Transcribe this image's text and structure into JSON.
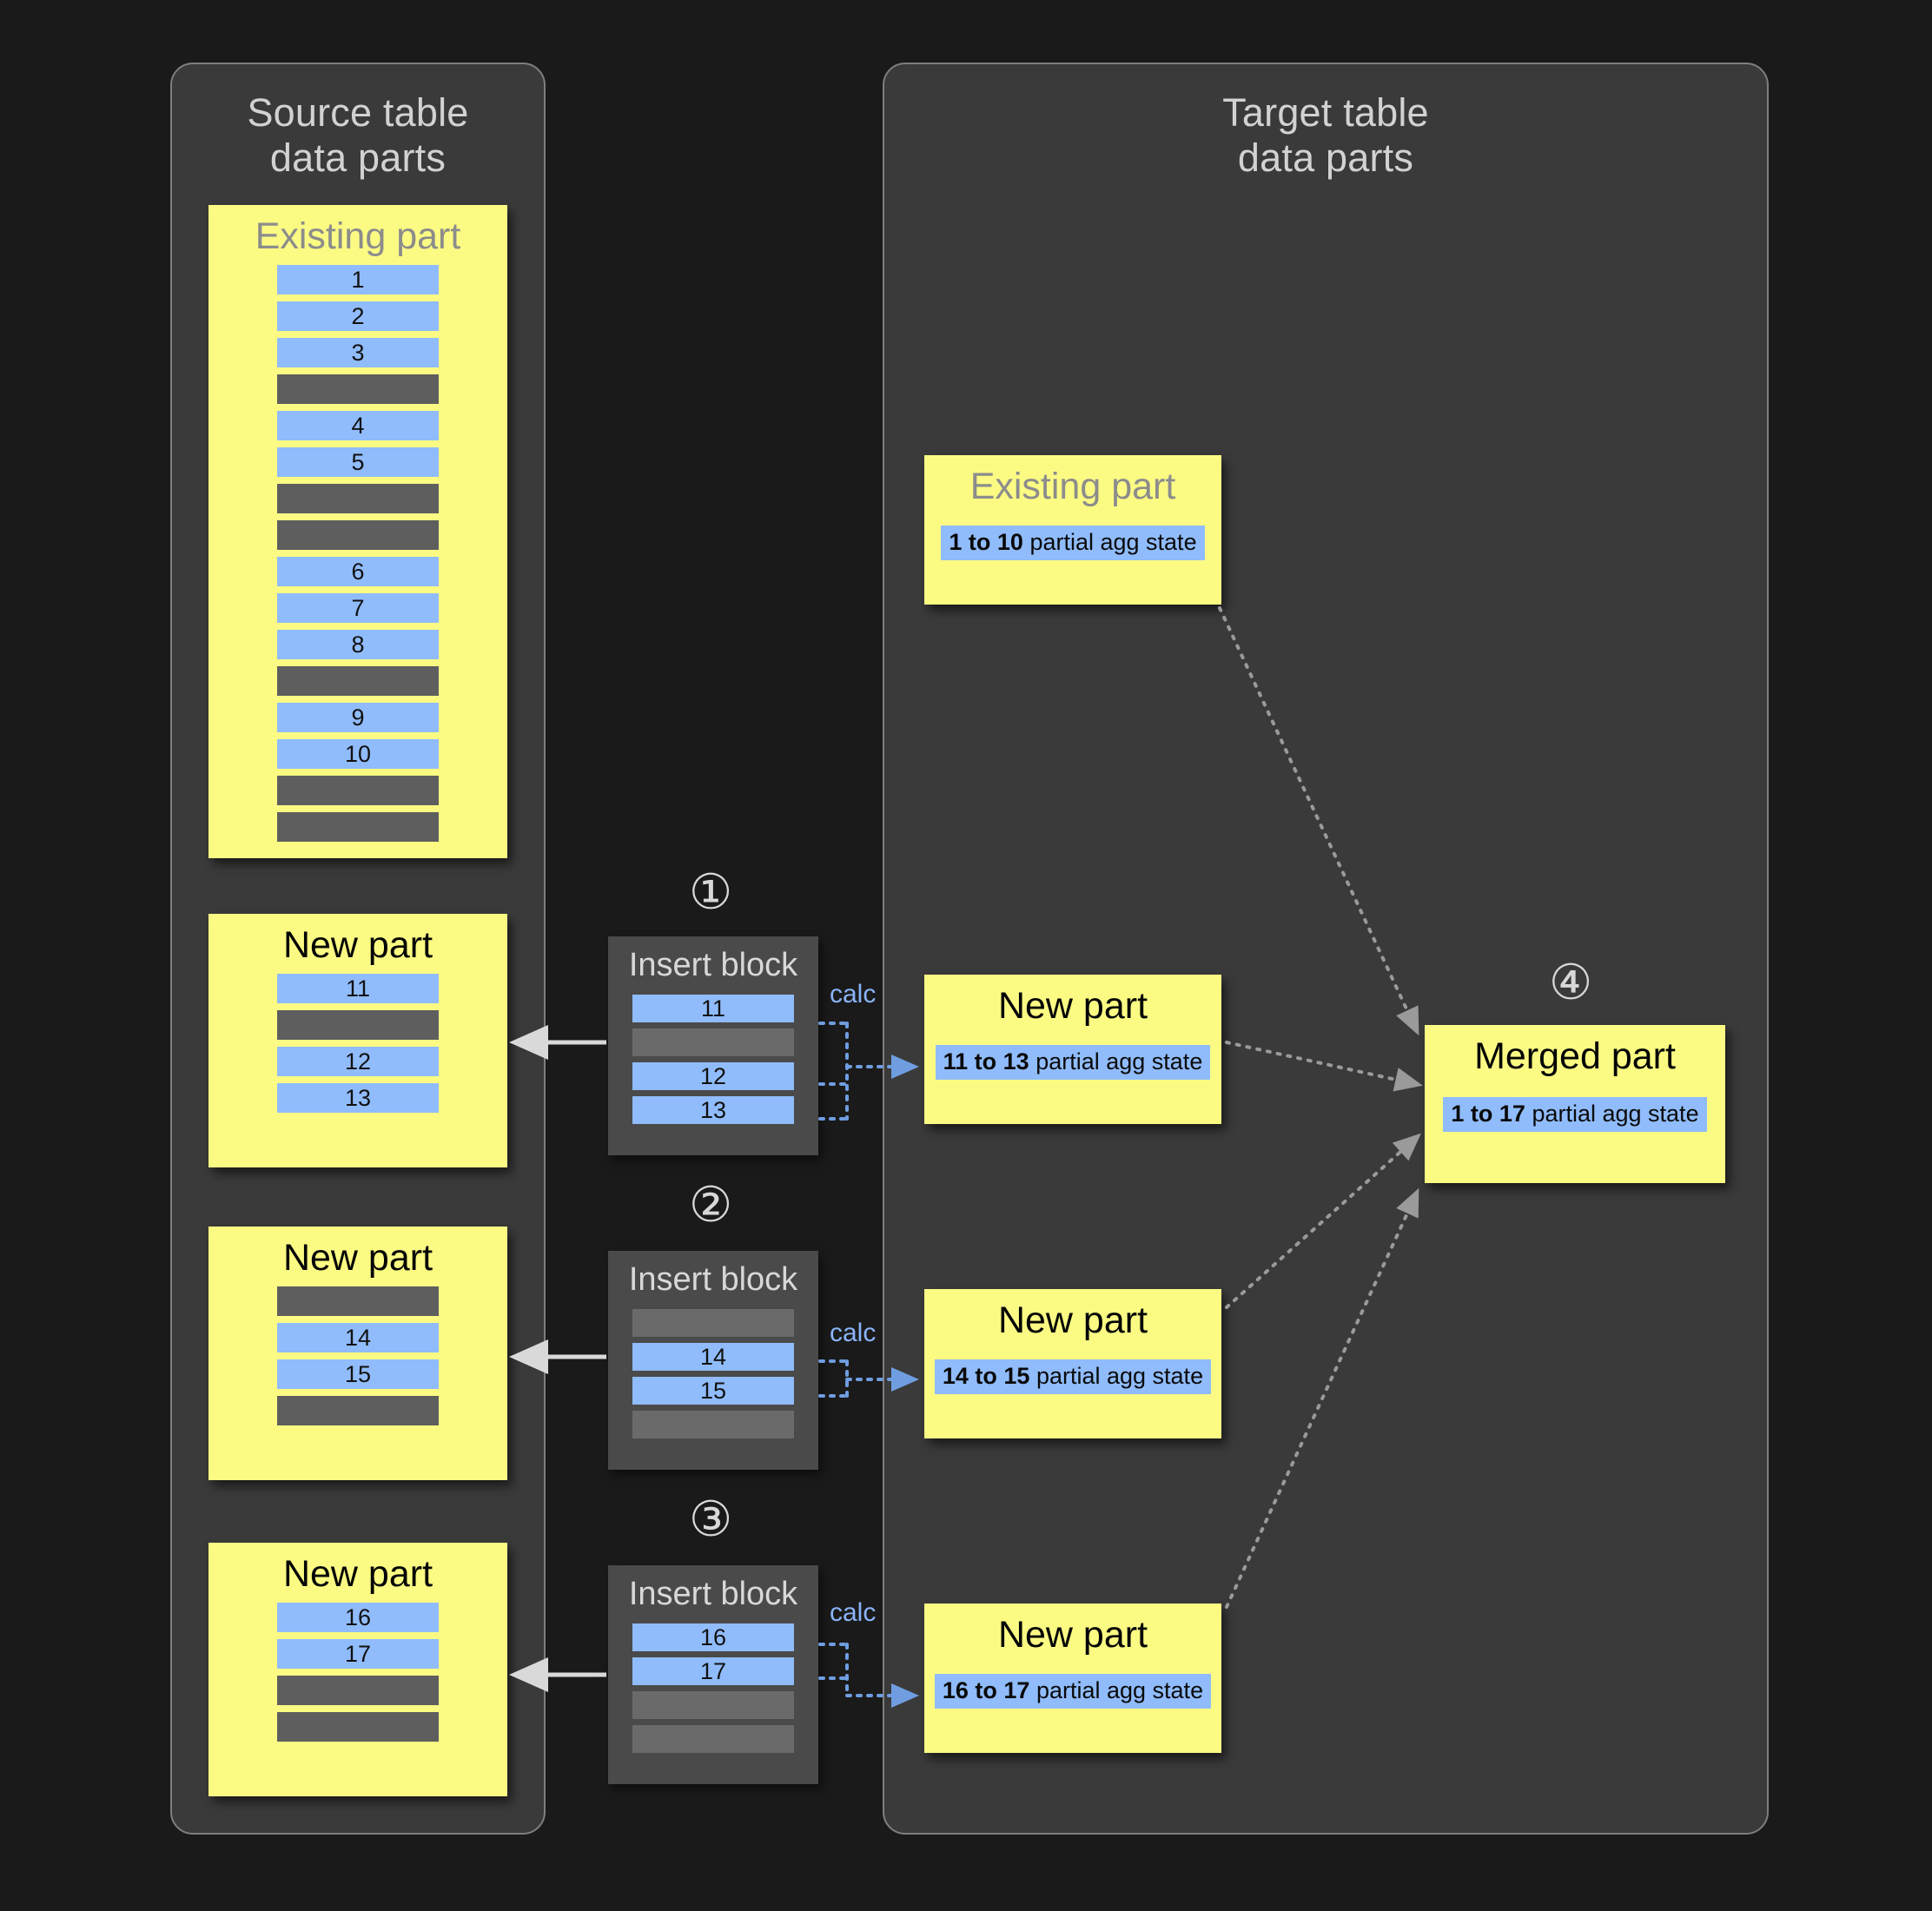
{
  "panels": {
    "source": {
      "title": "Source table\ndata parts"
    },
    "target": {
      "title": "Target table\ndata parts"
    }
  },
  "labels": {
    "existing_part": "Existing part",
    "new_part": "New part",
    "merged_part": "Merged part",
    "insert_block": "Insert block",
    "calc": "calc"
  },
  "steps": [
    "①",
    "②",
    "③",
    "④"
  ],
  "colors": {
    "page_background": "#1a1a1a",
    "panel_background": "#3a3a3a",
    "panel_border": "#7e7e7e",
    "part_yellow": "#fbfb84",
    "row_blue": "#90bcfc",
    "row_gray": "#5e5e5e",
    "insert_block_background": "#4a4a4a",
    "calc_blue": "#8ab4f8",
    "arrow_white": "#d9d9d9",
    "arrow_dotted_gray": "#9a9a9a"
  },
  "source_parts": [
    {
      "title": "Existing part",
      "title_style": "muted",
      "rows": [
        {
          "type": "blue",
          "value": "1"
        },
        {
          "type": "blue",
          "value": "2"
        },
        {
          "type": "blue",
          "value": "3"
        },
        {
          "type": "gray",
          "value": ""
        },
        {
          "type": "blue",
          "value": "4"
        },
        {
          "type": "blue",
          "value": "5"
        },
        {
          "type": "gray",
          "value": ""
        },
        {
          "type": "gray",
          "value": ""
        },
        {
          "type": "blue",
          "value": "6"
        },
        {
          "type": "blue",
          "value": "7"
        },
        {
          "type": "blue",
          "value": "8"
        },
        {
          "type": "gray",
          "value": ""
        },
        {
          "type": "blue",
          "value": "9"
        },
        {
          "type": "blue",
          "value": "10"
        },
        {
          "type": "gray",
          "value": ""
        },
        {
          "type": "gray",
          "value": ""
        }
      ]
    },
    {
      "title": "New part",
      "title_style": "dark",
      "rows": [
        {
          "type": "blue",
          "value": "11"
        },
        {
          "type": "gray",
          "value": ""
        },
        {
          "type": "blue",
          "value": "12"
        },
        {
          "type": "blue",
          "value": "13"
        }
      ]
    },
    {
      "title": "New part",
      "title_style": "dark",
      "rows": [
        {
          "type": "gray",
          "value": ""
        },
        {
          "type": "blue",
          "value": "14"
        },
        {
          "type": "blue",
          "value": "15"
        },
        {
          "type": "gray",
          "value": ""
        }
      ]
    },
    {
      "title": "New part",
      "title_style": "dark",
      "rows": [
        {
          "type": "blue",
          "value": "16"
        },
        {
          "type": "blue",
          "value": "17"
        },
        {
          "type": "gray",
          "value": ""
        },
        {
          "type": "gray",
          "value": ""
        }
      ]
    }
  ],
  "insert_blocks": [
    {
      "step": "①",
      "title": "Insert block",
      "calc": "calc",
      "rows": [
        {
          "type": "blue",
          "value": "11"
        },
        {
          "type": "gray",
          "value": ""
        },
        {
          "type": "blue",
          "value": "12"
        },
        {
          "type": "blue",
          "value": "13"
        }
      ]
    },
    {
      "step": "②",
      "title": "Insert block",
      "calc": "calc",
      "rows": [
        {
          "type": "gray",
          "value": ""
        },
        {
          "type": "blue",
          "value": "14"
        },
        {
          "type": "blue",
          "value": "15"
        },
        {
          "type": "gray",
          "value": ""
        }
      ]
    },
    {
      "step": "③",
      "title": "Insert block",
      "calc": "calc",
      "rows": [
        {
          "type": "blue",
          "value": "16"
        },
        {
          "type": "blue",
          "value": "17"
        },
        {
          "type": "gray",
          "value": ""
        },
        {
          "type": "gray",
          "value": ""
        }
      ]
    }
  ],
  "target_parts": [
    {
      "title": "Existing part",
      "title_style": "muted",
      "agg_range": "1 to 10",
      "agg_suffix": " partial agg state"
    },
    {
      "title": "New part",
      "title_style": "dark",
      "agg_range": "11 to 13",
      "agg_suffix": " partial agg state"
    },
    {
      "title": "New part",
      "title_style": "dark",
      "agg_range": "14 to 15",
      "agg_suffix": " partial agg state"
    },
    {
      "title": "New part",
      "title_style": "dark",
      "agg_range": "16 to 17",
      "agg_suffix": " partial agg state"
    }
  ],
  "merged_part": {
    "step": "④",
    "title": "Merged part",
    "agg_range": "1 to 17",
    "agg_suffix": " partial agg state"
  }
}
